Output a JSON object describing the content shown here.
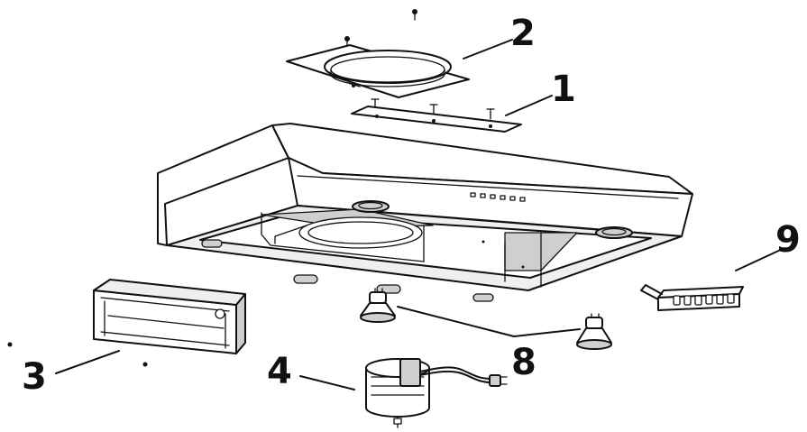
{
  "callouts": [
    {
      "id": "part-1",
      "label": "1"
    },
    {
      "id": "part-2",
      "label": "2"
    },
    {
      "id": "part-3",
      "label": "3"
    },
    {
      "id": "part-4",
      "label": "4"
    },
    {
      "id": "part-8",
      "label": "8"
    },
    {
      "id": "part-9",
      "label": "9"
    }
  ]
}
